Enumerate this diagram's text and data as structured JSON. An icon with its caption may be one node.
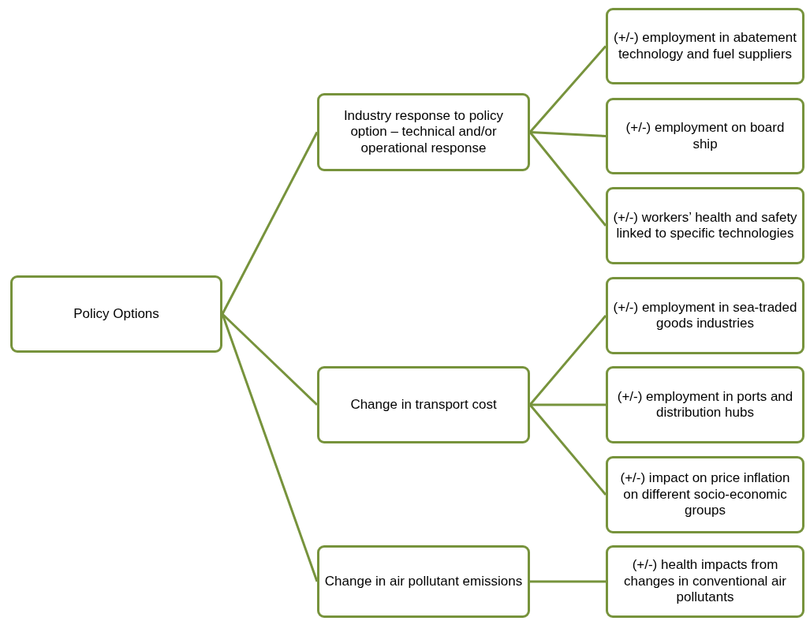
{
  "diagram": {
    "nodes": [
      {
        "text": [
          "Policy Options"
        ]
      },
      {
        "text": [
          "Industry response to policy option – technical and/or operational response"
        ]
      },
      {
        "text": [
          "(+/-) employment in abatement technology and fuel suppliers"
        ]
      },
      {
        "text": [
          "(+/-) employment on board ship"
        ]
      },
      {
        "text": [
          "(+/-)  workers’ health and safety linked to specific technologies"
        ]
      },
      {
        "text": [
          "Change in transport cost"
        ]
      },
      {
        "text": [
          "(+/-) employment in sea-traded goods industries"
        ]
      },
      {
        "text": [
          "(+/-) employment in ports and distribution hubs"
        ]
      },
      {
        "text": [
          "(+/-) impact on price inflation on different socio-economic groups"
        ]
      },
      {
        "text": [
          "Change in air pollutant emissions"
        ]
      },
      {
        "text": [
          "(+/-) health impacts from changes in conventional air pollutants"
        ]
      }
    ],
    "edges": [
      {
        "from": 0,
        "to": 1,
        "arrow": "none"
      },
      {
        "from": 0,
        "to": 5,
        "arrow": "none"
      },
      {
        "from": 0,
        "to": 9,
        "arrow": "none"
      },
      {
        "from": 1,
        "to": 2,
        "arrow": "none"
      },
      {
        "from": 1,
        "to": 3,
        "arrow": "none"
      },
      {
        "from": 1,
        "to": 4,
        "arrow": "none"
      },
      {
        "from": 5,
        "to": 6,
        "arrow": "none"
      },
      {
        "from": 5,
        "to": 7,
        "arrow": "none"
      },
      {
        "from": 5,
        "to": 8,
        "arrow": "none"
      },
      {
        "from": 9,
        "to": 10,
        "arrow": "none"
      }
    ]
  }
}
